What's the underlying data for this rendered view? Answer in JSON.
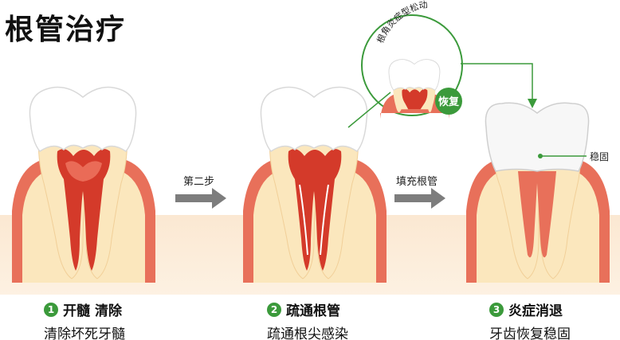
{
  "title": "根管治疗",
  "steps": [
    {
      "num": "1",
      "head_a": "开髓",
      "head_b": "清除",
      "sub": "清除坏死牙髓"
    },
    {
      "num": "2",
      "head_a": "疏通根管",
      "head_b": "",
      "sub": "疏通根尖感染"
    },
    {
      "num": "3",
      "head_a": "炎症消退",
      "head_b": "",
      "sub": "牙齿恢复稳固"
    }
  ],
  "arrows": {
    "first": "第二步",
    "second": "填充根管"
  },
  "inset": {
    "arc_label": "根角炎症型松动",
    "badge": "恢复"
  },
  "callout": {
    "crown_label": "稳固"
  },
  "colors": {
    "gum": "#e8705a",
    "pulp": "#d43a2a",
    "dentin": "#fbe7bd",
    "enamel": "#ffffff",
    "ground": "#fbe8d2",
    "accent": "#3b9a3b",
    "arrow": "#7d7d7d"
  }
}
